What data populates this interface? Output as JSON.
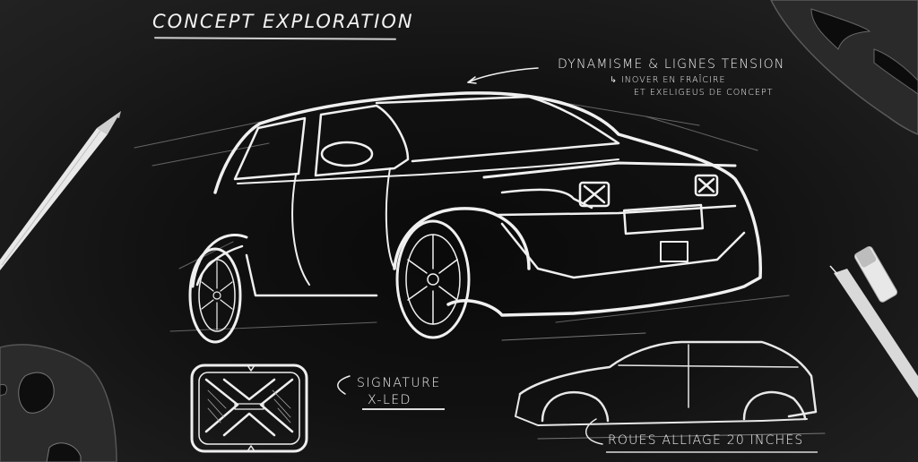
{
  "sheet": {
    "title": "Concept Exploration",
    "annotations": {
      "dynamism": {
        "heading": "Dynamisme & Lignes Tension",
        "line1": "↳ inover en fraîcire",
        "line2": "et exeligeus de concept"
      },
      "signature": {
        "line1": "Signature",
        "line2": "X-LED"
      },
      "wheels": {
        "label": "Roues alliage 20 inches"
      }
    }
  },
  "drawings": {
    "main_car": "three-quarter front view electric hatchback sketch",
    "detail_light": "X-LED signature lamp detail",
    "side_profile": "side profile sketch"
  },
  "props": [
    "white-pencil",
    "french-curve-top-right",
    "french-curve-bottom-left",
    "white-fineliner-pen"
  ],
  "colors": {
    "background": "#111111",
    "ink": "#f2f2f2",
    "ruler": "#3a3a3a"
  }
}
